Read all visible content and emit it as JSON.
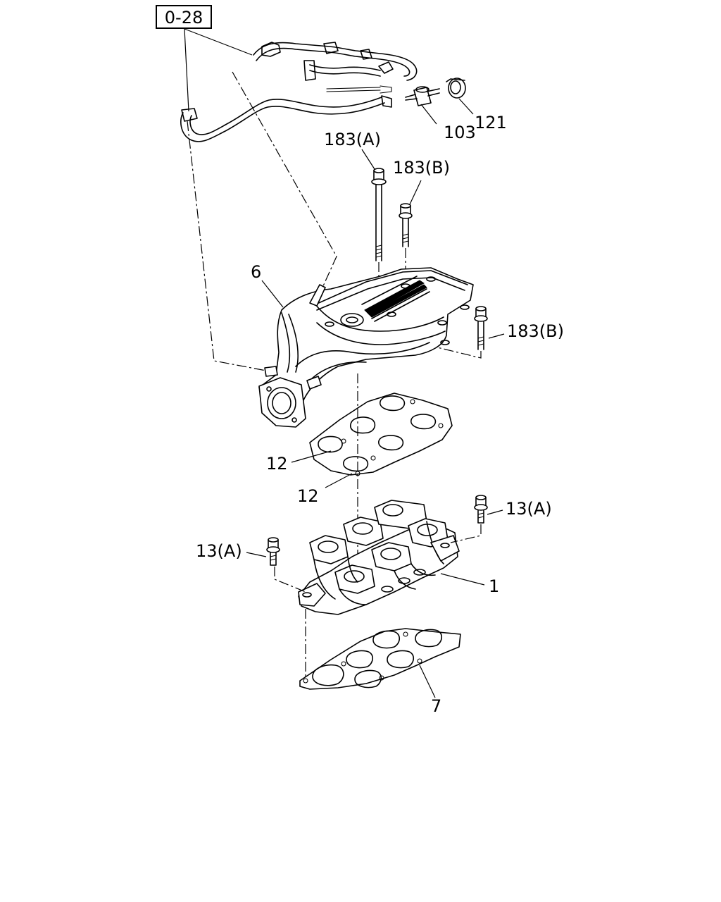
{
  "diagram": {
    "reference": "0-28",
    "callouts": [
      {
        "id": "103",
        "text": "103"
      },
      {
        "id": "121",
        "text": "121"
      },
      {
        "id": "183A_top",
        "text": "183(A)"
      },
      {
        "id": "183B_top",
        "text": "183(B)"
      },
      {
        "id": "183B_right",
        "text": "183(B)"
      },
      {
        "id": "6",
        "text": "6"
      },
      {
        "id": "12_upper",
        "text": "12"
      },
      {
        "id": "12_lower",
        "text": "12"
      },
      {
        "id": "13A_right",
        "text": "13(A)"
      },
      {
        "id": "13A_left",
        "text": "13(A)"
      },
      {
        "id": "1",
        "text": "1"
      },
      {
        "id": "7",
        "text": "7"
      }
    ]
  }
}
